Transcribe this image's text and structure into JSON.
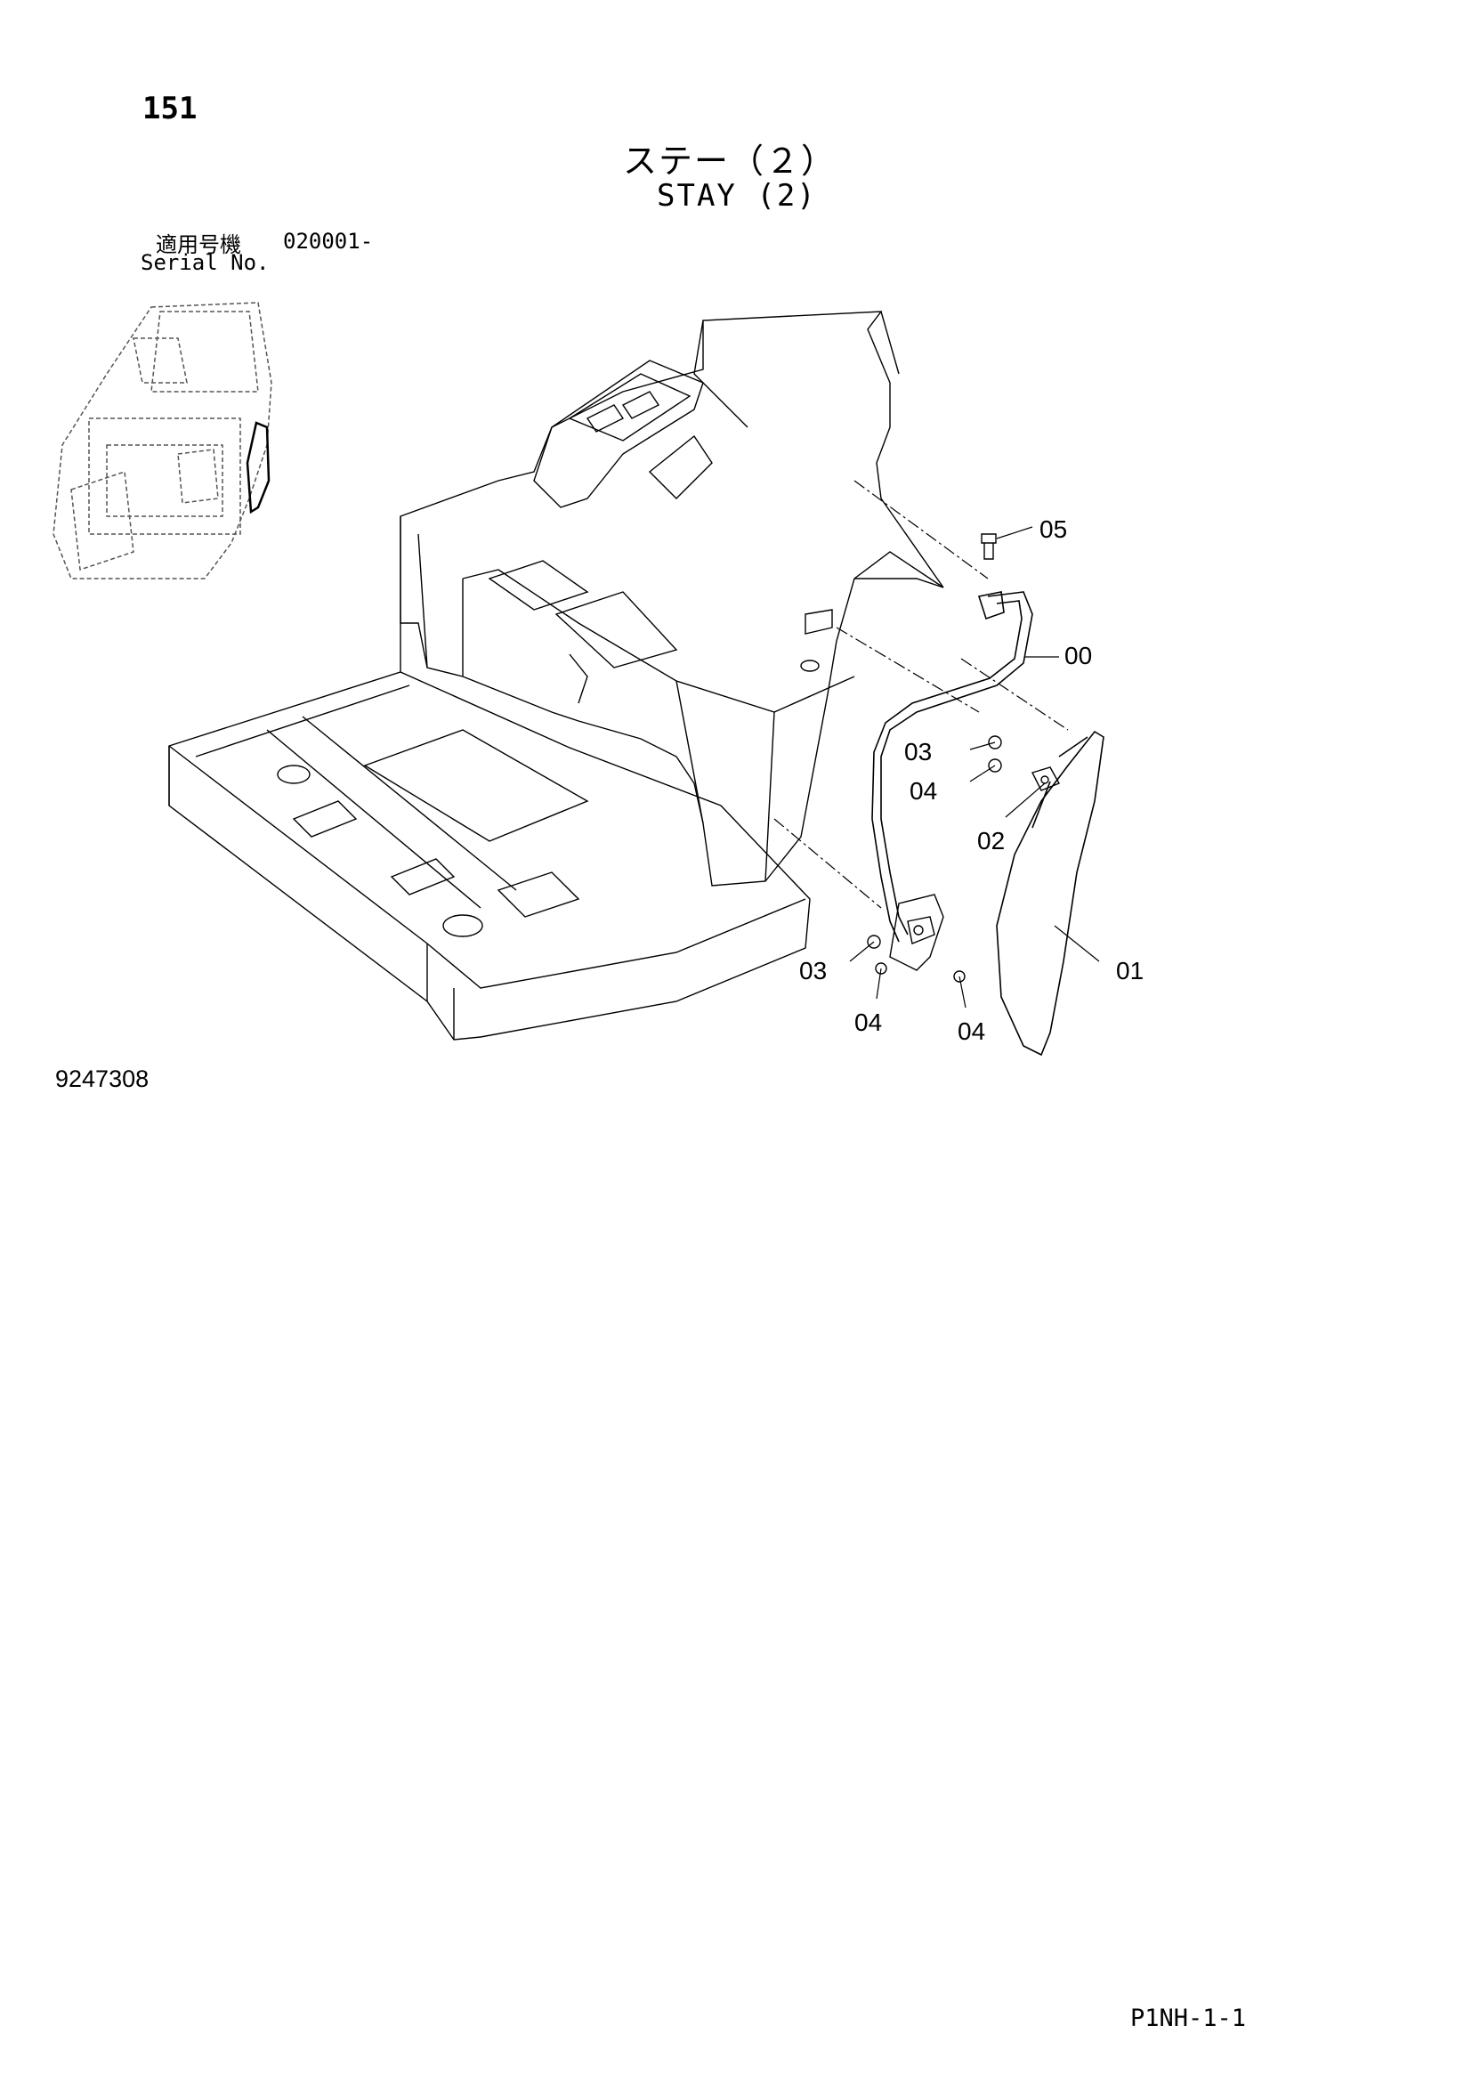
{
  "header": {
    "page_number": "151",
    "title_jp": "ステー（２）",
    "title_en": "STAY (2)"
  },
  "serial": {
    "label_jp": "適用号機",
    "value": "020001-",
    "label_en": "Serial No."
  },
  "drawing_number": "9247308",
  "sheet_code": "P1NH-1-1",
  "callouts": [
    "05",
    "00",
    "03",
    "04",
    "02",
    "03",
    "04",
    "04",
    "01"
  ]
}
